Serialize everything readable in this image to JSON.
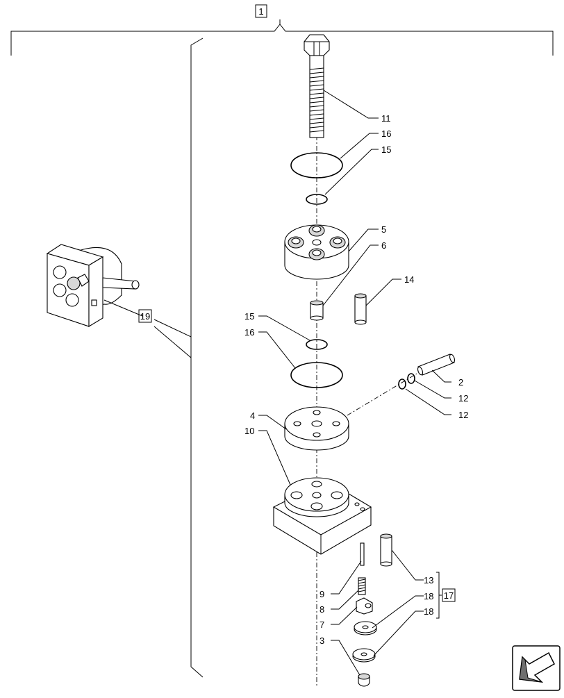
{
  "labels": {
    "l1": "1",
    "l11": "11",
    "l16a": "16",
    "l15a": "15",
    "l5": "5",
    "l6": "6",
    "l14": "14",
    "l15b": "15",
    "l16b": "16",
    "l2": "2",
    "l12a": "12",
    "l12b": "12",
    "l4": "4",
    "l10": "10",
    "l13": "13",
    "l17": "17",
    "l18a": "18",
    "l18b": "18",
    "l9": "9",
    "l8": "8",
    "l7": "7",
    "l3": "3",
    "l19": "19"
  },
  "icons": {
    "nav": "arrow-down-left-icon"
  },
  "colors": {
    "line": "#000000",
    "fill": "#ffffff",
    "shade": "#d8d8d8"
  }
}
